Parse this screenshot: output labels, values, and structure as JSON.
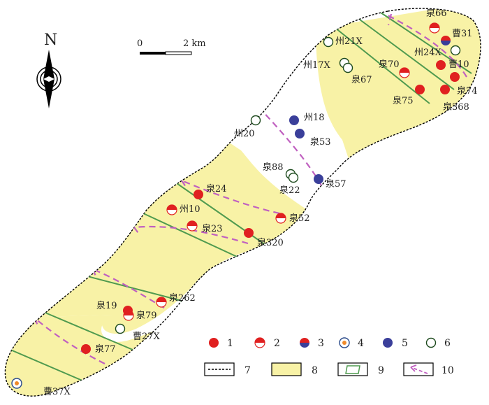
{
  "north_label": "N",
  "scale": {
    "start": "0",
    "end": "2 km"
  },
  "wells": [
    {
      "id": "泉66",
      "type": 2
    },
    {
      "id": "曹31",
      "type": 3
    },
    {
      "id": "州24X",
      "type": 6
    },
    {
      "id": "曹10",
      "type": 1
    },
    {
      "id": "泉74",
      "type": 1
    },
    {
      "id": "泉368",
      "type": 1
    },
    {
      "id": "泉75",
      "type": 1
    },
    {
      "id": "泉70",
      "type": 2
    },
    {
      "id": "州21X",
      "type": 6
    },
    {
      "id": "州17X",
      "type": 6
    },
    {
      "id": "泉67",
      "type": 6
    },
    {
      "id": "州18",
      "type": 5
    },
    {
      "id": "泉53",
      "type": 5
    },
    {
      "id": "州20",
      "type": 6
    },
    {
      "id": "泉88",
      "type": 6
    },
    {
      "id": "泉22",
      "type": 6
    },
    {
      "id": "泉57",
      "type": 5
    },
    {
      "id": "泉24",
      "type": 1
    },
    {
      "id": "州10",
      "type": 2
    },
    {
      "id": "泉23",
      "type": 2
    },
    {
      "id": "泉52",
      "type": 2
    },
    {
      "id": "泉320",
      "type": 1
    },
    {
      "id": "泉262",
      "type": 2
    },
    {
      "id": "泉19",
      "type": 1
    },
    {
      "id": "泉79",
      "type": 2
    },
    {
      "id": "曹27X",
      "type": 6
    },
    {
      "id": "泉77",
      "type": 1
    },
    {
      "id": "曹37X",
      "type": 4
    }
  ],
  "legend": [
    "1",
    "2",
    "3",
    "4",
    "5",
    "6",
    "7",
    "8",
    "9",
    "10"
  ],
  "colors": {
    "red": "#e02020",
    "blue": "#3a3f9a",
    "fill_yellow": "#f8f2a6",
    "green_line": "#4f9a4f",
    "arrow_pink": "#c060c0",
    "orange": "#f08a2a"
  }
}
